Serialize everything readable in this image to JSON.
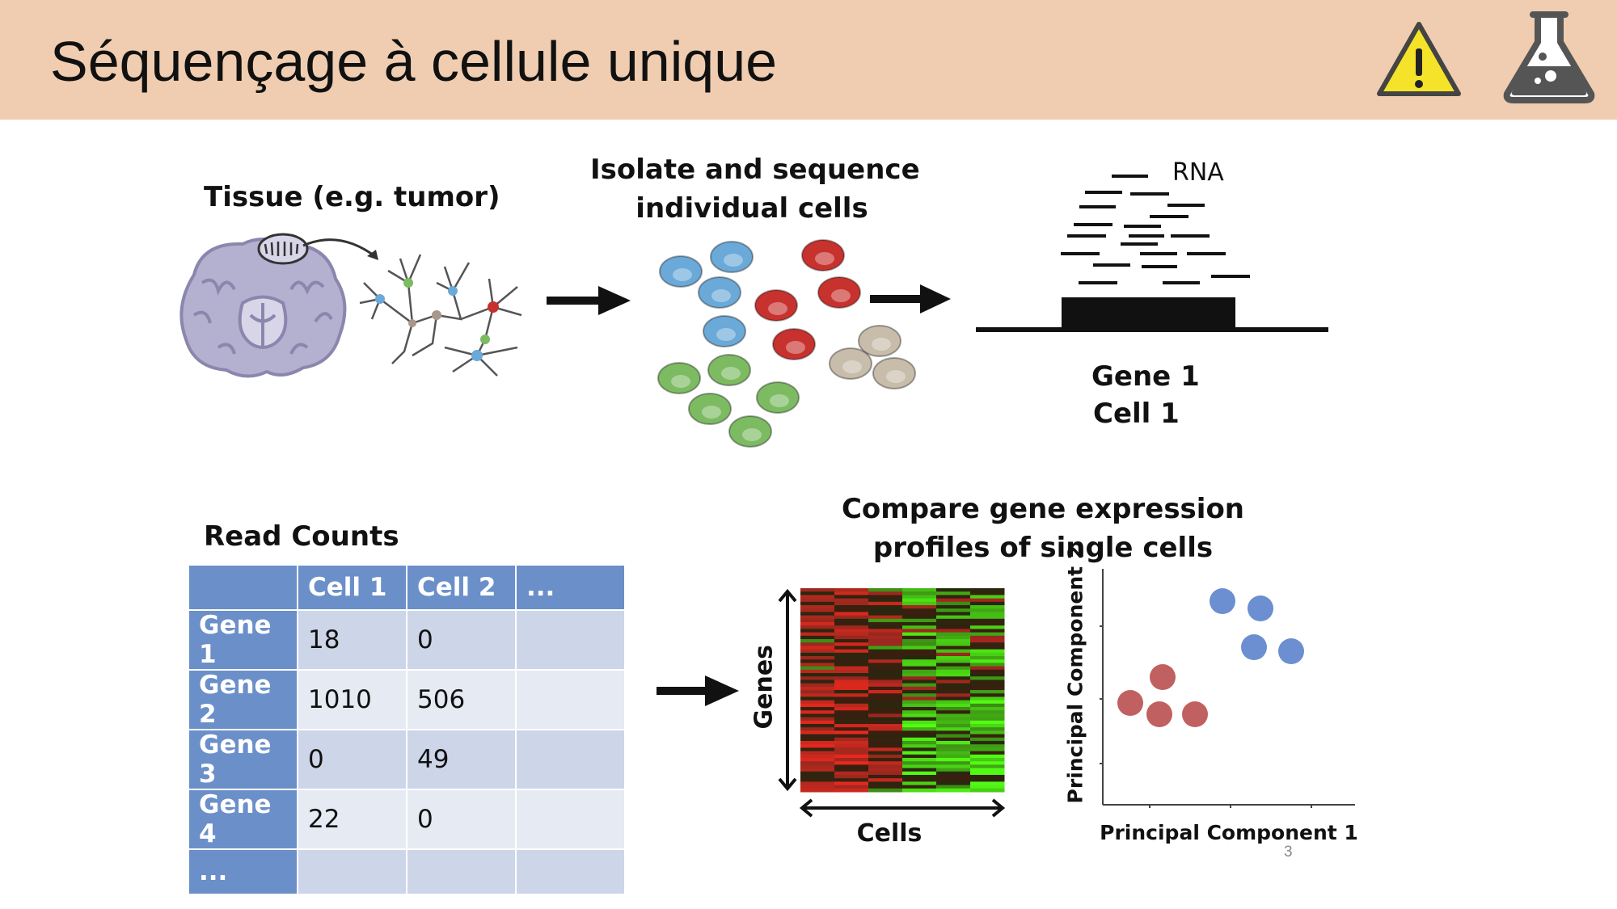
{
  "slide": {
    "title": "Séquençage à cellule unique",
    "page_number": "3"
  },
  "header_icons": [
    "warning-triangle-icon",
    "lab-flask-icon"
  ],
  "steps": {
    "tissue_label": "Tissue (e.g. tumor)",
    "isolate_label_line1": "Isolate and sequence",
    "isolate_label_line2": "individual cells",
    "rna_label": "RNA",
    "gene_label": "Gene 1",
    "cell_label": "Cell 1",
    "read_counts_label": "Read Counts",
    "compare_label_line1": "Compare gene expression",
    "compare_label_line2": "profiles of single cells",
    "genes_axis": "Genes",
    "cells_axis": "Cells",
    "pc1_axis": "Principal Component 1",
    "pc2_axis": "Principal Component 2"
  },
  "read_counts_table": {
    "columns": [
      "",
      "Cell 1",
      "Cell 2",
      "..."
    ],
    "rows": [
      {
        "gene": "Gene 1",
        "cell1": "18",
        "cell2": "0",
        "more": ""
      },
      {
        "gene": "Gene 2",
        "cell1": "1010",
        "cell2": "506",
        "more": ""
      },
      {
        "gene": "Gene 3",
        "cell1": "0",
        "cell2": "49",
        "more": ""
      },
      {
        "gene": "Gene 4",
        "cell1": "22",
        "cell2": "0",
        "more": ""
      },
      {
        "gene": "...",
        "cell1": "",
        "cell2": "",
        "more": ""
      }
    ]
  },
  "colors": {
    "header_bg": "#f0cdb0",
    "table_header": "#6b8fc9",
    "cell_blue": "#6aa9d8",
    "cell_red": "#c8322e",
    "cell_green": "#7cbb62",
    "cell_tan": "#c8bcaa",
    "pca_blue": "#6b8fd0",
    "pca_red": "#c06060"
  }
}
